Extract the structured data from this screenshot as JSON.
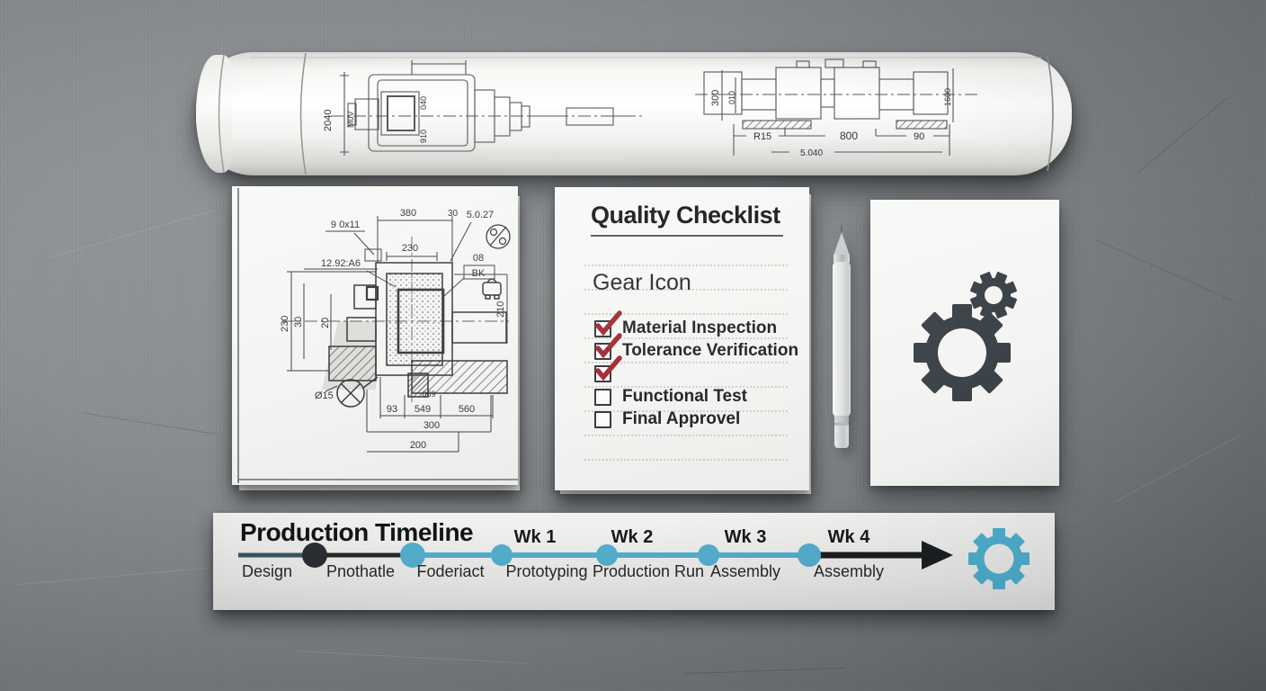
{
  "blueprint_roll": {
    "left_drawing_labels": [
      "2040",
      "M0V",
      "040",
      "910"
    ],
    "right_drawing_labels": [
      "300",
      "010",
      "1600",
      "R15",
      "800",
      "90",
      "5.040"
    ]
  },
  "drawing_sheet": {
    "top_labels": [
      "380",
      "30",
      "5.0.27",
      "9 0x11",
      "230",
      "12.92:A6",
      "08",
      "BK"
    ],
    "side_labels": [
      "230",
      "30",
      "20",
      "210"
    ],
    "bottom_labels": [
      "Ø15",
      "069",
      "93",
      "549",
      "560",
      "300",
      "200"
    ]
  },
  "checklist": {
    "title": "Quality Checklist",
    "subtitle": "Gear Icon",
    "items": [
      {
        "label": "Material Inspection",
        "checked": true
      },
      {
        "label": "Tolerance Verification",
        "checked": true
      },
      {
        "label": "",
        "checked": true
      },
      {
        "label": "Functional Test",
        "checked": false
      },
      {
        "label": "Final Approvel",
        "checked": false
      }
    ]
  },
  "timeline": {
    "title": "Production Timeline",
    "week_labels": [
      "Wk 1",
      "Wk 2",
      "Wk 3",
      "Wk 4"
    ],
    "stage_labels": [
      "Design",
      "Pnothatle",
      "Foderiact",
      "Prototyping",
      "Production Run",
      "Assembly",
      "Assembly"
    ]
  },
  "colors": {
    "accent_blue": "#54afce",
    "line_dark": "#26292c",
    "line_teal": "#3c5666",
    "check_red": "#9e222a",
    "gear_dark": "#394046"
  }
}
